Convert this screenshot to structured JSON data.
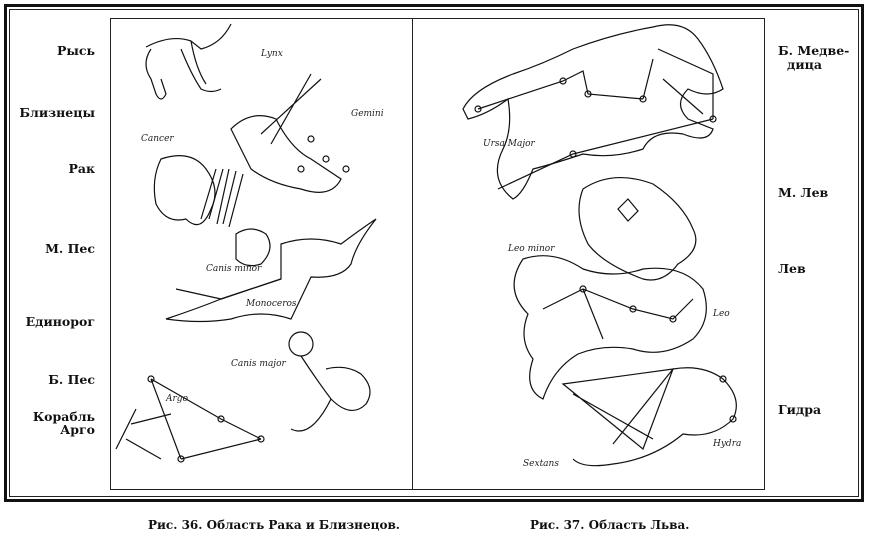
{
  "left_labels": [
    "Рысь",
    "Близнецы",
    "Рак",
    "М. Пес",
    "Единорог",
    "Б. Пес",
    "Корабль",
    "Арго"
  ],
  "right_labels": [
    "Б. Медве-",
    "дица",
    "М. Лев",
    "Лев",
    "Гидра"
  ],
  "left_sketch_notes": [
    "Lynx",
    "Gemini",
    "Cancer",
    "Canis minor",
    "Monoceros",
    "Canis major",
    "Argo"
  ],
  "right_sketch_notes": [
    "Ursa Major",
    "Leo minor",
    "Leo",
    "Hydra",
    "Sextans"
  ],
  "captions": {
    "fig36": "Рис. 36. Область Рака и Близнецов.",
    "fig37": "Рис. 37. Область Льва."
  }
}
